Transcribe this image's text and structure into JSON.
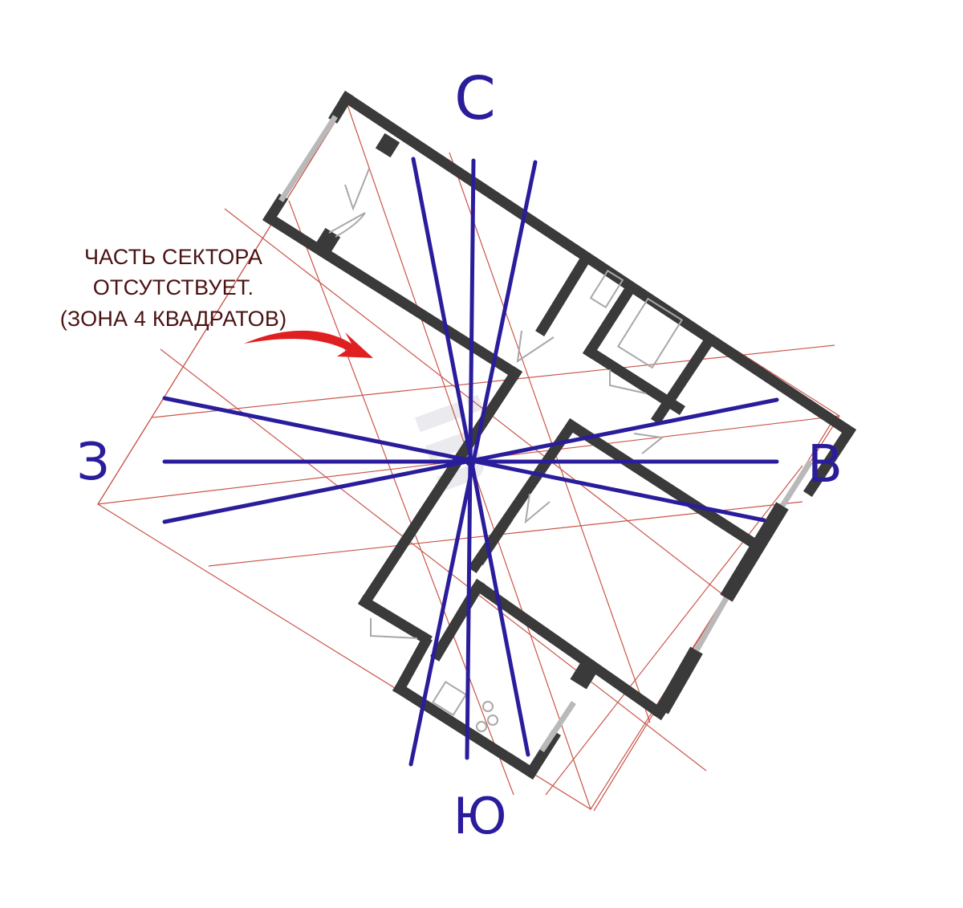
{
  "directions": {
    "north": "С",
    "south": "Ю",
    "west": "З",
    "east": "В"
  },
  "note": {
    "line1": "ЧАСТЬ СЕКТОРА",
    "line2": "ОТСУТСТВУЕТ.",
    "line3": "(ЗОНА 4 КВАДРАТОВ)"
  },
  "colors": {
    "axes": "#2a1d9c",
    "walls": "#3a3a3a",
    "guides": "#c0392b",
    "arrow": "#e02020",
    "note_text": "#4a1212"
  },
  "icons": [
    "curved-arrow-icon",
    "compass-center-icon"
  ]
}
